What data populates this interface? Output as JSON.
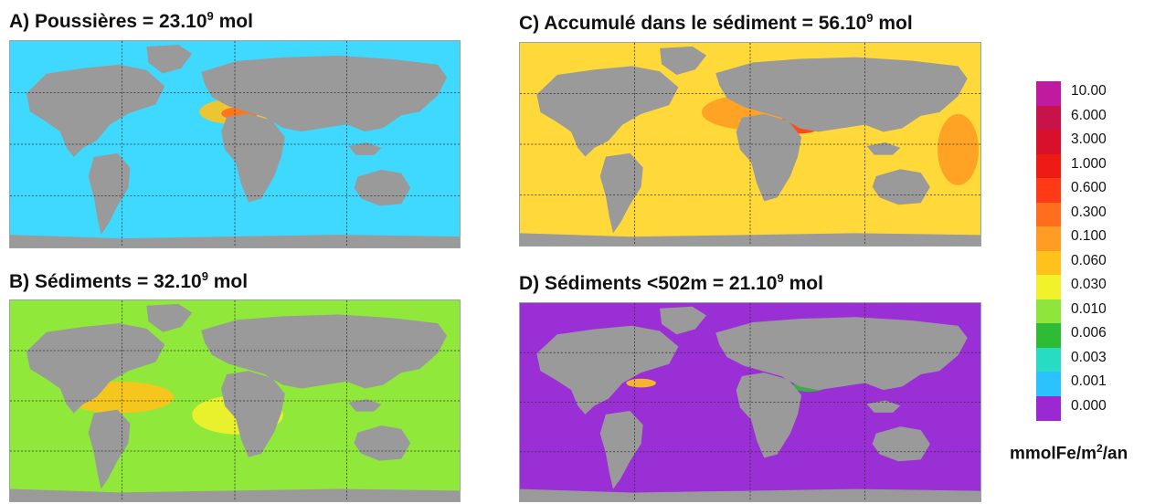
{
  "panels": [
    {
      "id": "A",
      "title_main": "A) Poussières = 23.10",
      "title_exp": "9",
      "title_unit": " mol",
      "ocean_color": "#3fd9ff"
    },
    {
      "id": "B",
      "title_main": "B) Sédiments = 32.10",
      "title_exp": "9",
      "title_unit": " mol",
      "ocean_color": "#8fe83a"
    },
    {
      "id": "C",
      "title_main": "C) Accumulé dans le sédiment = 56.10",
      "title_exp": "9",
      "title_unit": " mol",
      "ocean_color": "#ffd93a"
    },
    {
      "id": "D",
      "title_main": "D) Sédiments <502m = 21.10",
      "title_exp": "9",
      "title_unit": " mol",
      "ocean_color": "#9a2fd6"
    }
  ],
  "legend": {
    "labels": [
      "10.00",
      "6.000",
      "3.000",
      "1.000",
      "0.600",
      "0.300",
      "0.100",
      "0.060",
      "0.030",
      "0.010",
      "0.006",
      "0.003",
      "0.001",
      "0.000"
    ],
    "colors": [
      "#c01aa0",
      "#c8124a",
      "#d8102c",
      "#ee1a14",
      "#ff3a14",
      "#ff6e1c",
      "#ff9c24",
      "#ffc21c",
      "#f2f22a",
      "#8ee63c",
      "#2ebc34",
      "#28dcc4",
      "#2cc2ff",
      "#9c28d4"
    ],
    "units_main": "mmolFe/m",
    "units_exp": "2",
    "units_tail": "/an"
  },
  "land_color": "#9a9a9a"
}
